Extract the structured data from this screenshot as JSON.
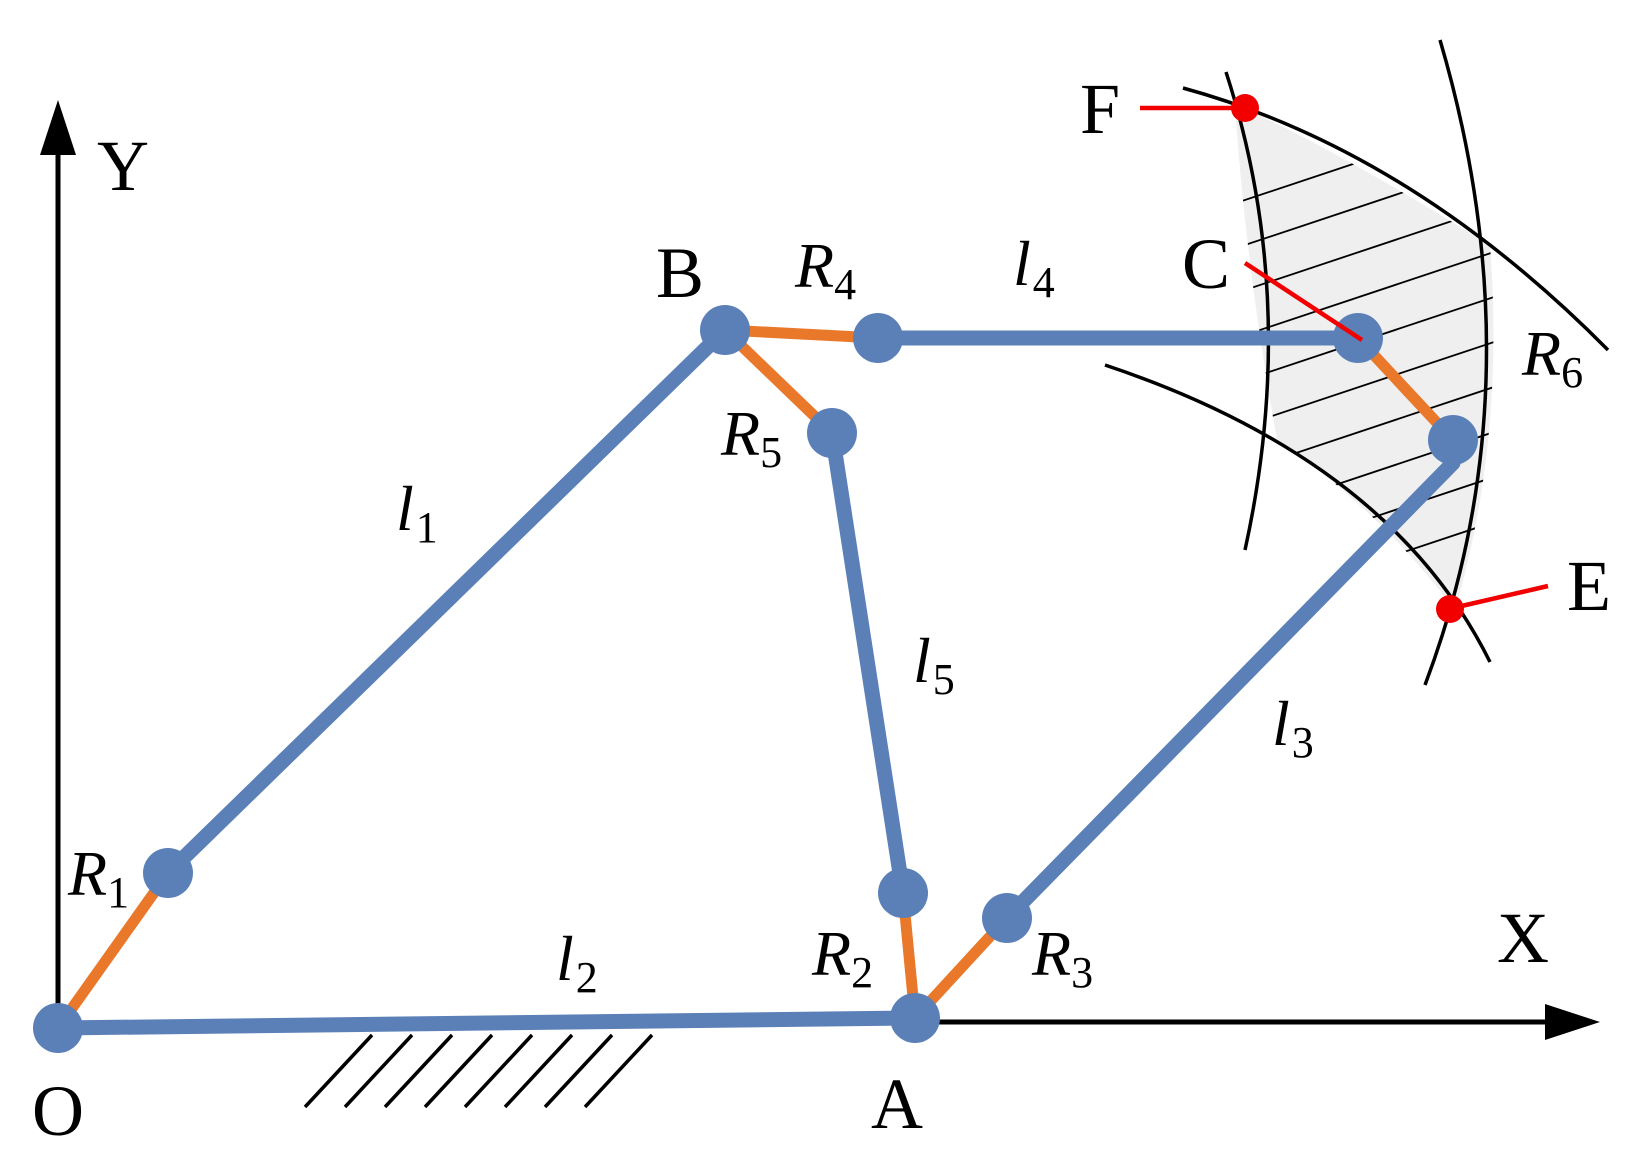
{
  "axes": {
    "x_label": "X",
    "y_label": "Y"
  },
  "points": {
    "O": "O",
    "A": "A",
    "B": "B",
    "C": "C",
    "E": "E",
    "F": "F"
  },
  "links": [
    {
      "sym": "l",
      "sub": "1"
    },
    {
      "sym": "l",
      "sub": "2"
    },
    {
      "sym": "l",
      "sub": "3"
    },
    {
      "sym": "l",
      "sub": "4"
    },
    {
      "sym": "l",
      "sub": "5"
    }
  ],
  "joints": [
    {
      "sym": "R",
      "sub": "1"
    },
    {
      "sym": "R",
      "sub": "2"
    },
    {
      "sym": "R",
      "sub": "3"
    },
    {
      "sym": "R",
      "sub": "4"
    },
    {
      "sym": "R",
      "sub": "5"
    },
    {
      "sym": "R",
      "sub": "6"
    }
  ],
  "colors": {
    "link": "#5b80b8",
    "joint_offset": "#e9782b",
    "marker": "#f20000",
    "workspace_fill": "#efefef"
  }
}
